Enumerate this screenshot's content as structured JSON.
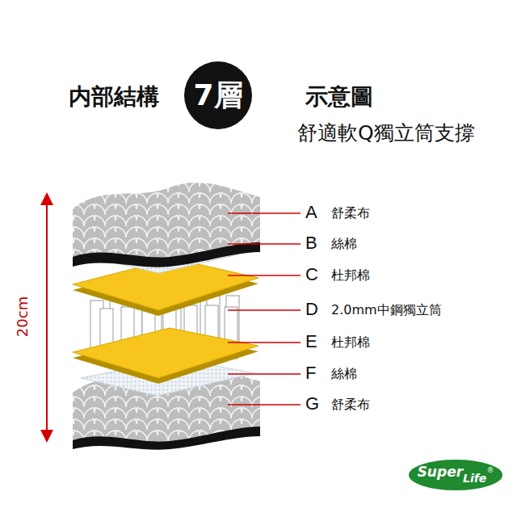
{
  "diagram": {
    "nodes": [
      {
        "text": [
          "7層"
        ]
      },
      {
        "text": [
          "Super",
          "Life",
          "®"
        ]
      }
    ],
    "labels": [
      "内部結構",
      "示意圖",
      "舒適軟Q獨立筒支撐",
      "20cm",
      "A",
      "舒柔布",
      "B",
      "絲棉",
      "C",
      "杜邦棉",
      "D",
      "2.0mm中鋼獨立筒",
      "E",
      "杜邦棉",
      "F",
      "絲棉",
      "G",
      "舒柔布"
    ]
  }
}
